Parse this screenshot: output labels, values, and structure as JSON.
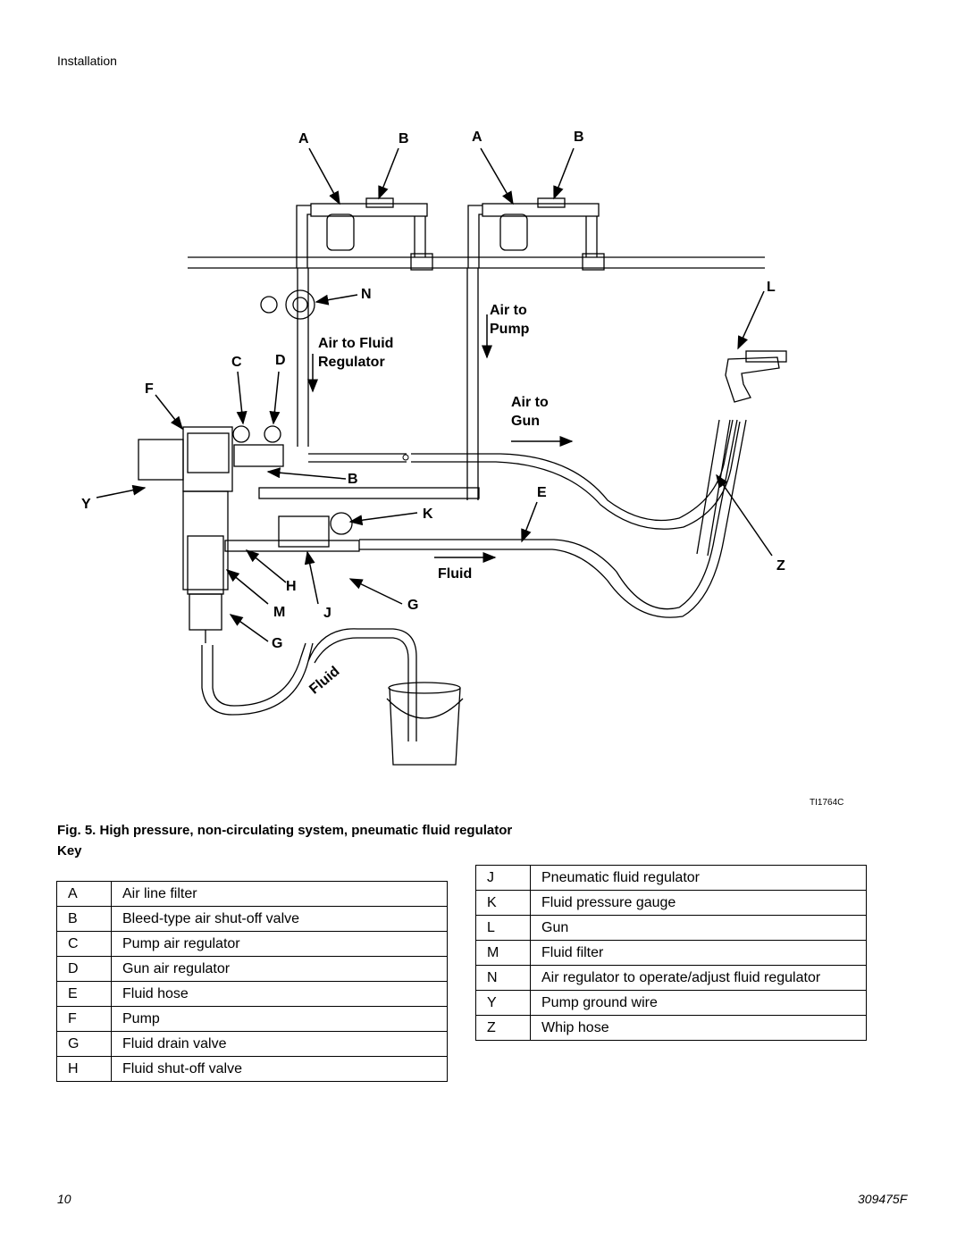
{
  "header": {
    "section": "Installation"
  },
  "figure": {
    "callouts": {
      "a1": "A",
      "b1": "B",
      "a2": "A",
      "b2": "B",
      "n": "N",
      "l": "L",
      "c": "C",
      "d": "D",
      "f": "F",
      "b3": "B",
      "y": "Y",
      "e": "E",
      "k": "K",
      "h": "H",
      "z": "Z",
      "m": "M",
      "j": "J",
      "g1": "G",
      "g2": "G"
    },
    "flow": {
      "air_to_fluid_1": "Air to Fluid",
      "air_to_fluid_2": "Regulator",
      "air_to_pump_1": "Air to",
      "air_to_pump_2": "Pump",
      "air_to_gun_1": "Air to",
      "air_to_gun_2": "Gun",
      "fluid": "Fluid",
      "fluid_rotated": "Fluid"
    },
    "image_id": "TI1764C"
  },
  "caption": "Fig. 5. High pressure, non-circulating system, pneumatic fluid regulator",
  "key_heading": "Key",
  "key_left": [
    {
      "code": "A",
      "desc": "Air line filter"
    },
    {
      "code": "B",
      "desc": "Bleed-type air shut-off valve"
    },
    {
      "code": "C",
      "desc": "Pump air regulator"
    },
    {
      "code": "D",
      "desc": "Gun air regulator"
    },
    {
      "code": "E",
      "desc": "Fluid hose"
    },
    {
      "code": "F",
      "desc": "Pump"
    },
    {
      "code": "G",
      "desc": "Fluid drain valve"
    },
    {
      "code": "H",
      "desc": "Fluid shut-off valve"
    }
  ],
  "key_right": [
    {
      "code": "J",
      "desc": "Pneumatic fluid regulator"
    },
    {
      "code": "K",
      "desc": "Fluid pressure gauge"
    },
    {
      "code": "L",
      "desc": "Gun"
    },
    {
      "code": "M",
      "desc": "Fluid filter"
    },
    {
      "code": "N",
      "desc": "Air regulator to operate/adjust fluid regulator"
    },
    {
      "code": "Y",
      "desc": "Pump ground wire"
    },
    {
      "code": "Z",
      "desc": "Whip hose"
    }
  ],
  "footer": {
    "page": "10",
    "doc": "309475F"
  }
}
